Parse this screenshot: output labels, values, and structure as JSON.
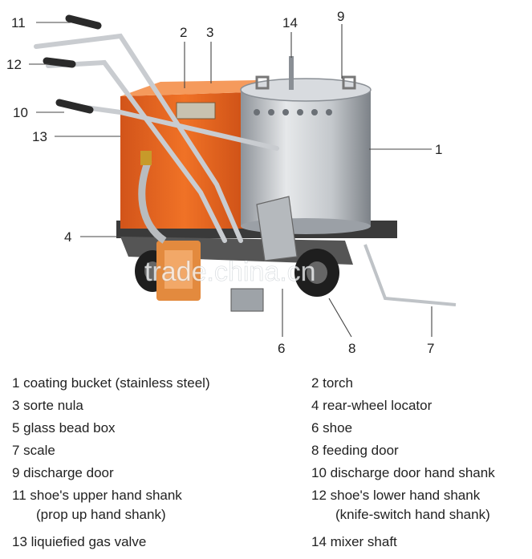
{
  "diagram": {
    "callouts": [
      "1",
      "2",
      "3",
      "4",
      "6",
      "7",
      "8",
      "9",
      "10",
      "11",
      "12",
      "13",
      "14"
    ],
    "watermark": "trade.china.cn"
  },
  "legend": {
    "items": [
      {
        "text": "1 coating bucket (stainless steel)"
      },
      {
        "text": "2 torch"
      },
      {
        "text": "3 sorte nula"
      },
      {
        "text": "4 rear-wheel locator"
      },
      {
        "text": "5 glass bead box"
      },
      {
        "text": "6 shoe"
      },
      {
        "text": "7 scale"
      },
      {
        "text": "8 feeding door"
      },
      {
        "text": "9 discharge door"
      },
      {
        "text": "10 discharge door hand shank"
      },
      {
        "text": "11 shoe's upper hand shank",
        "sub": "(prop up hand shank)"
      },
      {
        "text": "12 shoe's lower hand shank",
        "sub": "(knife-switch hand shank)"
      },
      {
        "text": "13 liquiefied gas valve"
      },
      {
        "text": "14 mixer shaft"
      }
    ]
  },
  "colors": {
    "orange_box": "#e8641c",
    "steel": "#c9ccd0",
    "handle_black": "#2a2a2a"
  }
}
